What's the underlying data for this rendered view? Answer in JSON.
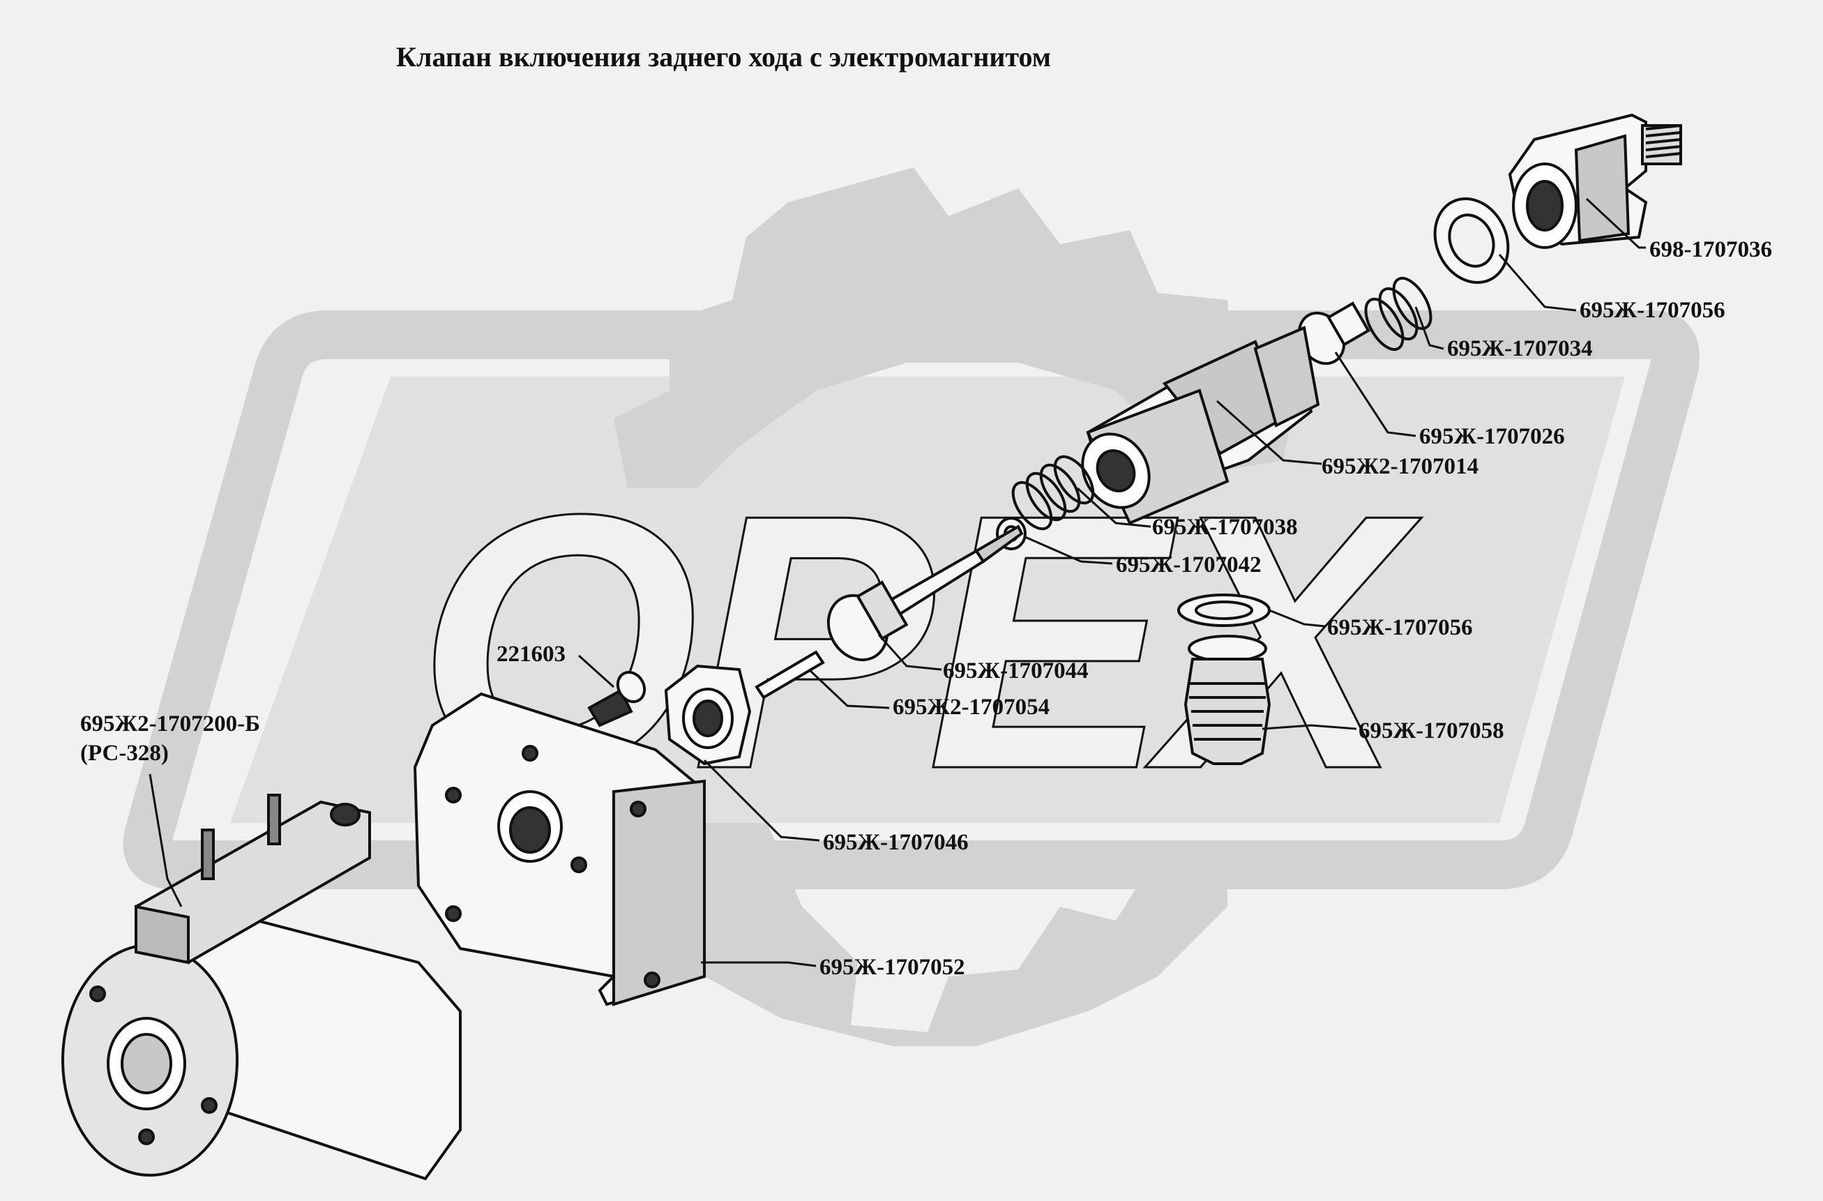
{
  "title": "Клапан включения заднего хода с электромагнитом",
  "watermark": {
    "text": "OPEX",
    "color": "#d2d2d2"
  },
  "colors": {
    "background": "#f1f1f1",
    "ink": "#111111",
    "watermark": "#d2d2d2"
  },
  "labels": {
    "p698_1707036": "698-1707036",
    "p695zh_1707056_a": "695Ж-1707056",
    "p695zh_1707034": "695Ж-1707034",
    "p695zh_1707026": "695Ж-1707026",
    "p695zh2_1707014": "695Ж2-1707014",
    "p695zh_1707038": "695Ж-1707038",
    "p695zh_1707042": "695Ж-1707042",
    "p695zh_1707056_b": "695Ж-1707056",
    "p695zh_1707044": "695Ж-1707044",
    "p221603": "221603",
    "p695zh2_1707054": "695Ж2-1707054",
    "p695zh_1707058": "695Ж-1707058",
    "p695zh2_1707200b": "695Ж2-1707200-Б",
    "p_rs328": "(РС-328)",
    "p695zh_1707046": "695Ж-1707046",
    "p695zh_1707052": "695Ж-1707052"
  }
}
